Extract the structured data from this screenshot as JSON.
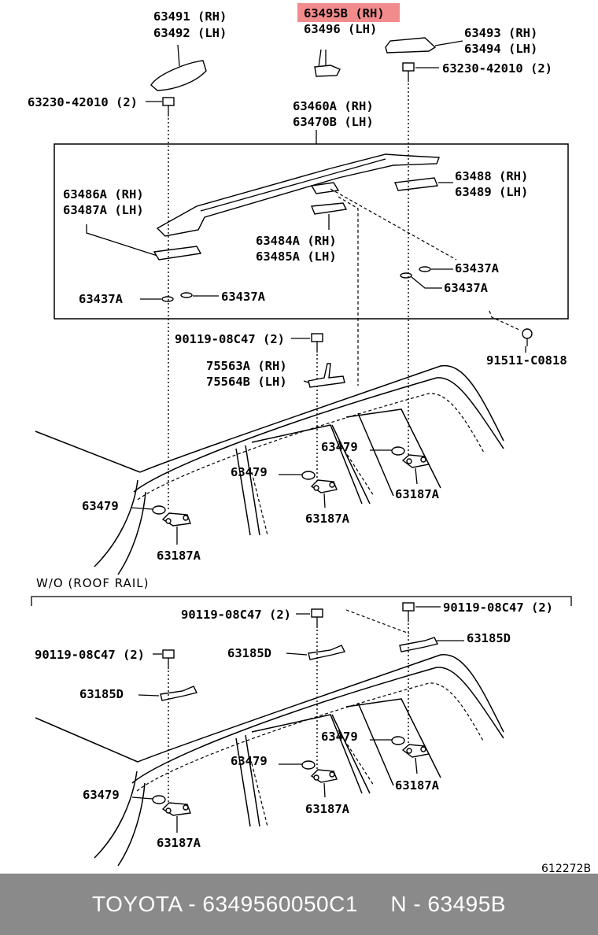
{
  "labels": {
    "top_left_part": [
      "63491 (RH)",
      "63492 (LH)"
    ],
    "top_mid_part": [
      "63495B (RH)",
      "63496 (LH)"
    ],
    "top_right_part": [
      "63493 (RH)",
      "63494 (LH)"
    ],
    "bolt_right": "63230-42010 (2)",
    "bolt_left": "63230-42010 (2)",
    "rail": [
      "63460A (RH)",
      "63470B (LH)"
    ],
    "pad_right": [
      "63488 (RH)",
      "63489 (LH)"
    ],
    "pad_left": [
      "63486A (RH)",
      "63487A (LH)"
    ],
    "pad_mid": [
      "63484A (RH)",
      "63485A (LH)"
    ],
    "washer_r1": "63437A",
    "washer_r2": "63437A",
    "washer_l1": "63437A",
    "washer_l2": "63437A",
    "screw_91511": "91511-C0818",
    "bolt_90119_a": "90119-08C47 (2)",
    "bracket_755": [
      "75563A (RH)",
      "75564B (LH)"
    ],
    "clip_upper_r": "63479",
    "clip_upper_m": "63479",
    "clip_upper_l": "63479",
    "nut_upper_r": "63187A",
    "nut_upper_m": "63187A",
    "nut_upper_l": "63187A",
    "section_header": "W/O (ROOF  RAIL)",
    "bolt_90119_b": "90119-08C47 (2)",
    "bolt_90119_c": "90119-08C47 (2)",
    "bolt_90119_d": "90119-08C47 (2)",
    "bracket_r": "63185D",
    "bracket_m": "63185D",
    "bracket_l": "63185D",
    "clip_lower_r": "63479",
    "clip_lower_m": "63479",
    "clip_lower_l": "63479",
    "nut_lower_r": "63187A",
    "nut_lower_m": "63187A",
    "nut_lower_l": "63187A",
    "diagram_id": "612272B"
  },
  "highlight_color": "#f28b8b",
  "footer": {
    "text": "TOYOTA - 6349560050C1     N - 63495B"
  }
}
